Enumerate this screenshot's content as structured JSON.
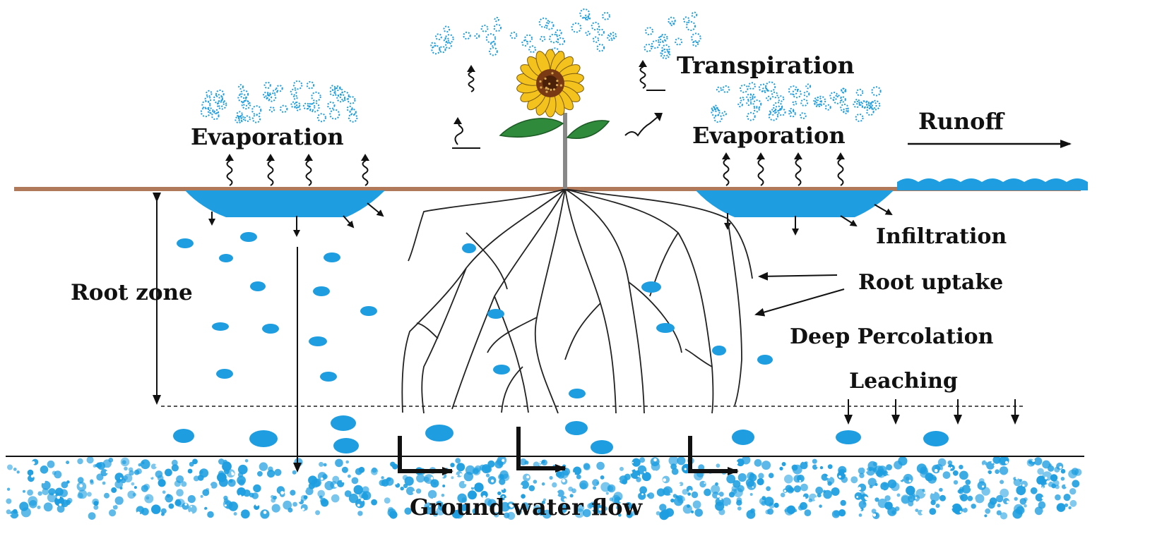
{
  "labels": {
    "transpiration": "Transpiration",
    "evaporation_left": "Evaporation",
    "evaporation_right": "Evaporation",
    "runoff": "Runoff",
    "infiltration": "Infiltration",
    "root_uptake": "Root uptake",
    "root_zone": "Root zone",
    "deep_percolation": "Deep Percolation",
    "leaching": "Leaching",
    "ground_water_flow": "Ground water flow"
  },
  "colors": {
    "water": "#1e9ee0",
    "soil_surface": "#b07a5a",
    "flower_petal": "#f4c21c",
    "flower_center": "#7a3b14",
    "leaf": "#2f8a3c",
    "ink": "#111111"
  },
  "icons": [
    "sunflower-icon",
    "evaporation-arrow-icon",
    "transpiration-arrow-icon",
    "ground-water-flow-arrow-icon"
  ]
}
